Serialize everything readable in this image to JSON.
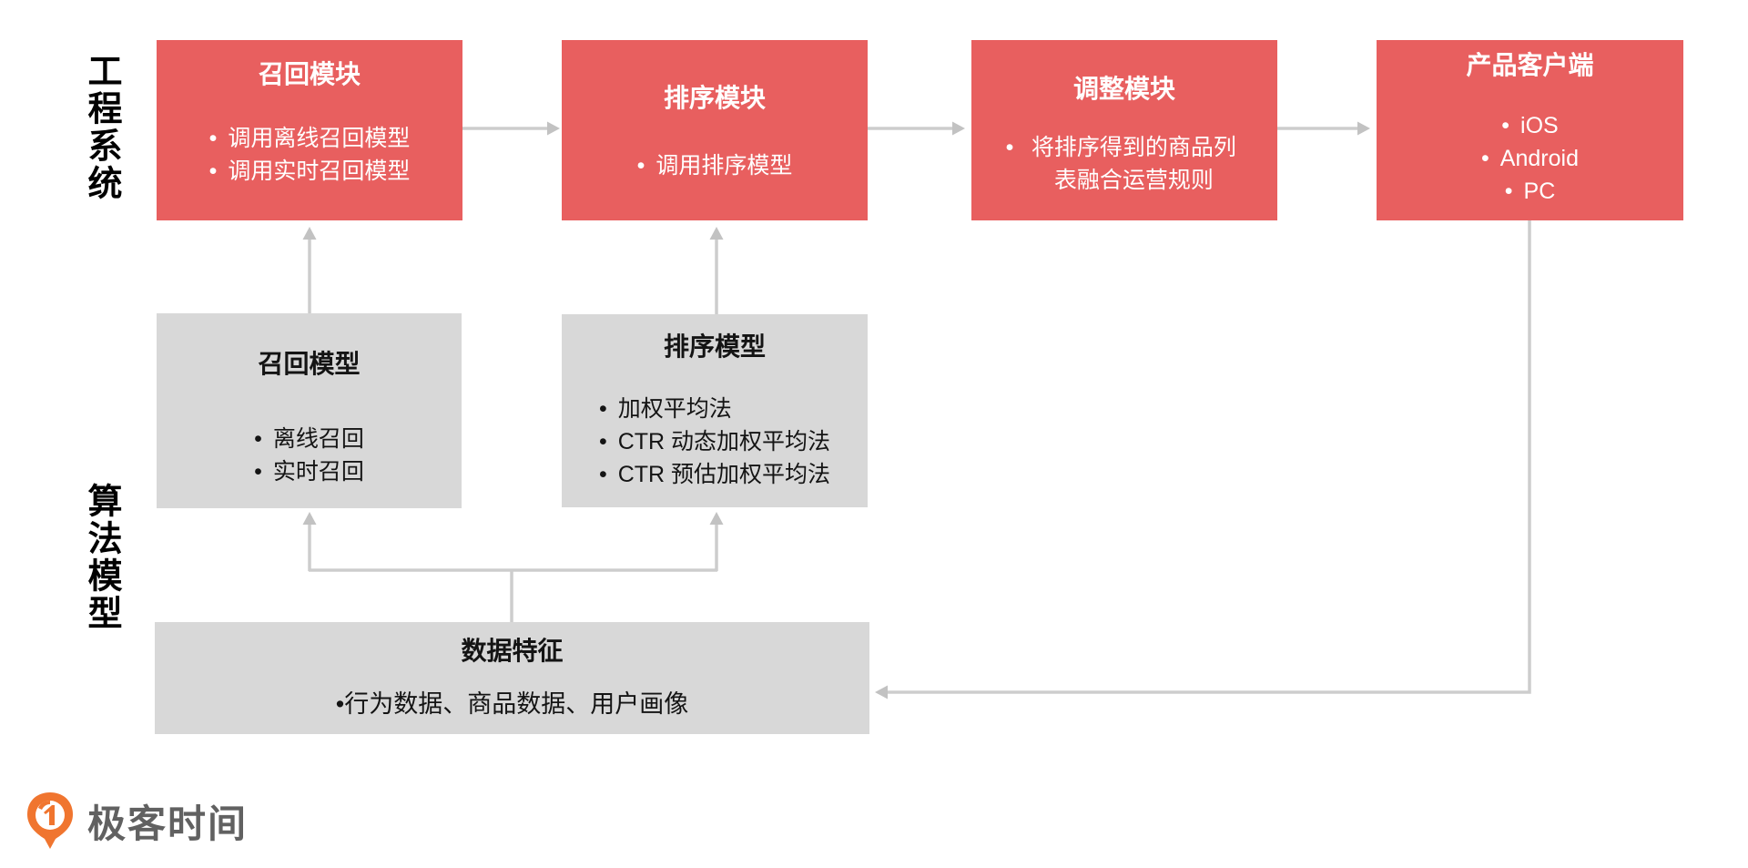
{
  "section_labels": {
    "engineering": "工程系统",
    "algorithm": "算法模型"
  },
  "modules": [
    {
      "title": "召回模块",
      "bullets": [
        "调用离线召回模型",
        "调用实时召回模型"
      ]
    },
    {
      "title": "排序模块",
      "bullets": [
        "调用排序模型"
      ]
    },
    {
      "title": "调整模块",
      "bullets": [
        "将排序得到的商品列表融合运营规则"
      ]
    },
    {
      "title": "产品客户端",
      "bullets": [
        "iOS",
        "Android",
        "PC"
      ]
    }
  ],
  "models": [
    {
      "title": "召回模型",
      "bullets": [
        "离线召回",
        "实时召回"
      ]
    },
    {
      "title": "排序模型",
      "bullets": [
        "加权平均法",
        "CTR 动态加权平均法",
        "CTR 预估加权平均法"
      ]
    }
  ],
  "data_features": {
    "title": "数据特征",
    "content": "•行为数据、商品数据、用户画像"
  },
  "logo": {
    "text": "极客时间"
  },
  "colors": {
    "module_red": "#E85F5F",
    "model_gray": "#D8D8D8",
    "arrow_gray": "#CDCDCD",
    "arrowhead_gray": "#C2C2C2",
    "logo_orange": "#F0752F",
    "logo_text_gray": "#616161"
  }
}
